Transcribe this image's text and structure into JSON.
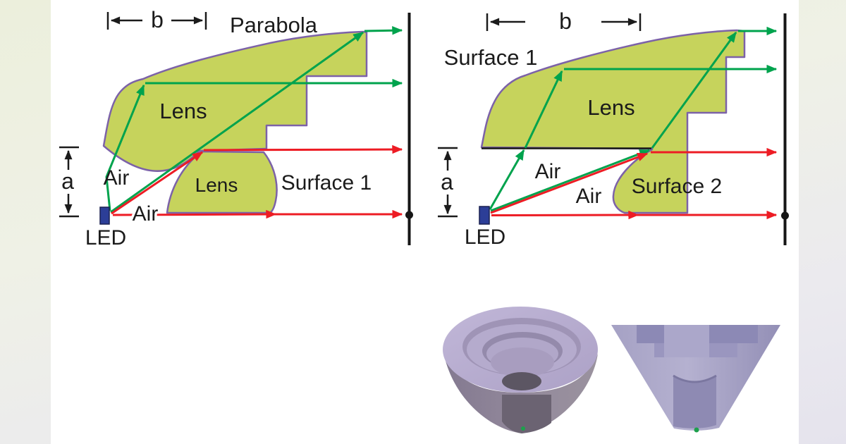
{
  "left_diagram": {
    "dim_b": "b",
    "dim_a": "a",
    "labels": {
      "parabola": "Parabola",
      "lens_upper": "Lens",
      "lens_lower": "Lens",
      "air_upper": "Air",
      "air_lower": "Air",
      "surface_1": "Surface 1",
      "led": "LED"
    }
  },
  "right_diagram": {
    "dim_b": "b",
    "dim_a": "a",
    "labels": {
      "surface_1": "Surface 1",
      "lens": "Lens",
      "air_upper": "Air",
      "air_lower": "Air",
      "surface_2": "Surface 2",
      "led": "LED"
    }
  },
  "colors": {
    "lens_fill": "#c6d35c",
    "lens_outline": "#7c62a8",
    "ray_green": "#00a34d",
    "ray_red": "#ed1c24",
    "led_blue": "#2c3e97",
    "screen_black": "#161616",
    "render_lavender_rim": "#b9aed3",
    "render_body_gray": "#8d8296",
    "render_blue_lavender": "#aeabcc"
  }
}
